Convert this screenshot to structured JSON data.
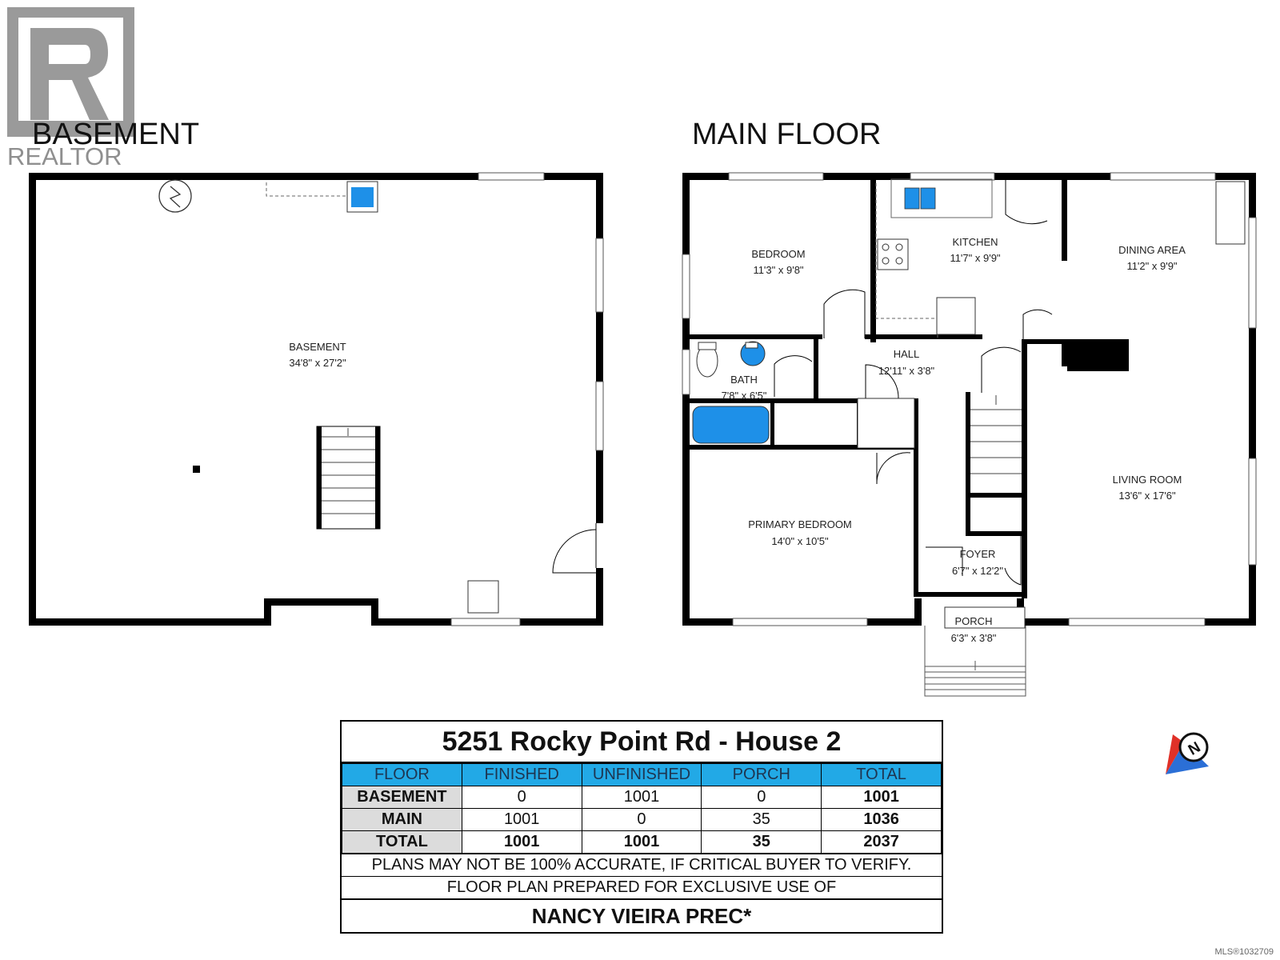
{
  "logo": {
    "text": "REALTOR",
    "mark": "R"
  },
  "floors": {
    "basement": {
      "title": "BASEMENT",
      "rooms": [
        {
          "name": "BASEMENT",
          "dims": "34'8\" x 27'2\""
        }
      ]
    },
    "main": {
      "title": "MAIN FLOOR",
      "rooms": [
        {
          "name": "BEDROOM",
          "dims": "11'3\" x 9'8\""
        },
        {
          "name": "KITCHEN",
          "dims": "11'7\" x 9'9\""
        },
        {
          "name": "DINING AREA",
          "dims": "11'2\" x 9'9\""
        },
        {
          "name": "HALL",
          "dims": "12'11\" x 3'8\""
        },
        {
          "name": "BATH",
          "dims": "7'8\" x 6'5\""
        },
        {
          "name": "LIVING ROOM",
          "dims": "13'6\" x 17'6\""
        },
        {
          "name": "PRIMARY BEDROOM",
          "dims": "14'0\" x 10'5\""
        },
        {
          "name": "FOYER",
          "dims": "6'7\" x 12'2\""
        },
        {
          "name": "PORCH",
          "dims": "6'3\" x 3'8\""
        }
      ]
    }
  },
  "summary": {
    "title": "5251 Rocky Point Rd - House 2",
    "headers": [
      "FLOOR",
      "FINISHED",
      "UNFINISHED",
      "PORCH",
      "TOTAL"
    ],
    "rows": [
      [
        "BASEMENT",
        "0",
        "1001",
        "0",
        "1001"
      ],
      [
        "MAIN",
        "1001",
        "0",
        "35",
        "1036"
      ],
      [
        "TOTAL",
        "1001",
        "1001",
        "35",
        "2037"
      ]
    ],
    "disclaimer": "PLANS MAY NOT BE 100% ACCURATE, IF CRITICAL BUYER TO VERIFY.",
    "prepared_for": "FLOOR PLAN PREPARED FOR EXCLUSIVE USE OF",
    "agent": "NANCY VIEIRA PREC*"
  },
  "compass": {
    "label": "N"
  },
  "mls": "MLS®1032709",
  "colors": {
    "fixture_blue": "#1e90e8",
    "header_blue": "#22a9e6",
    "wall": "#000000"
  }
}
